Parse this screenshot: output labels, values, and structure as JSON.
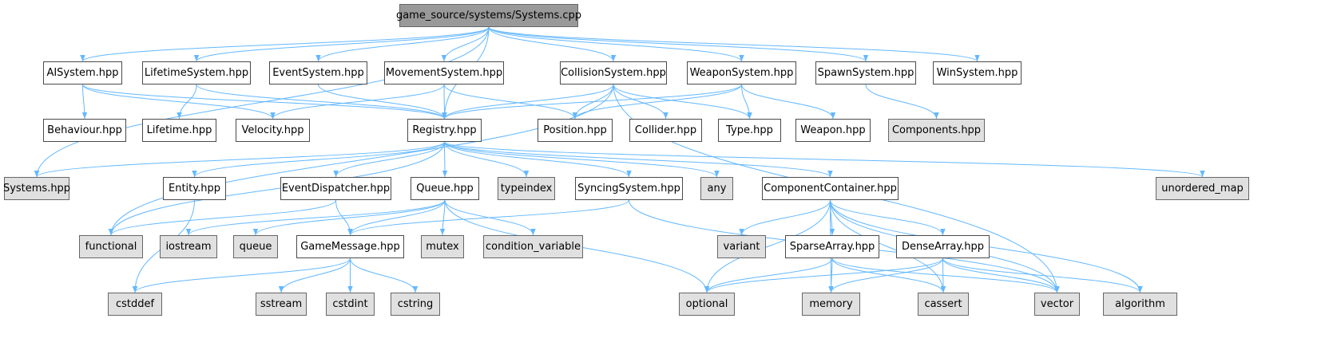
{
  "graph": {
    "edge_color": "#63b8ff",
    "root_fill": "#999999",
    "system_fill": "#e0e0e0",
    "local_fill": "#ffffff",
    "nodes": [
      {
        "id": "systems_cpp",
        "label": "game_source/systems/Systems.cpp",
        "kind": "root"
      },
      {
        "id": "aisystem",
        "label": "AISystem.hpp",
        "kind": "local"
      },
      {
        "id": "lifetimesystem",
        "label": "LifetimeSystem.hpp",
        "kind": "local"
      },
      {
        "id": "eventsystem",
        "label": "EventSystem.hpp",
        "kind": "local"
      },
      {
        "id": "movementsystem",
        "label": "MovementSystem.hpp",
        "kind": "local"
      },
      {
        "id": "collisionsystem",
        "label": "CollisionSystem.hpp",
        "kind": "local"
      },
      {
        "id": "weaponsystem",
        "label": "WeaponSystem.hpp",
        "kind": "local"
      },
      {
        "id": "spawnsystem",
        "label": "SpawnSystem.hpp",
        "kind": "local"
      },
      {
        "id": "winsystem",
        "label": "WinSystem.hpp",
        "kind": "local"
      },
      {
        "id": "behaviour",
        "label": "Behaviour.hpp",
        "kind": "local"
      },
      {
        "id": "lifetime",
        "label": "Lifetime.hpp",
        "kind": "local"
      },
      {
        "id": "velocity",
        "label": "Velocity.hpp",
        "kind": "local"
      },
      {
        "id": "registry",
        "label": "Registry.hpp",
        "kind": "local"
      },
      {
        "id": "position",
        "label": "Position.hpp",
        "kind": "local"
      },
      {
        "id": "collider",
        "label": "Collider.hpp",
        "kind": "local"
      },
      {
        "id": "type",
        "label": "Type.hpp",
        "kind": "local"
      },
      {
        "id": "weapon",
        "label": "Weapon.hpp",
        "kind": "local"
      },
      {
        "id": "components",
        "label": "Components.hpp",
        "kind": "system"
      },
      {
        "id": "systems_hpp",
        "label": "Systems.hpp",
        "kind": "system"
      },
      {
        "id": "entity",
        "label": "Entity.hpp",
        "kind": "local"
      },
      {
        "id": "eventdispatcher",
        "label": "EventDispatcher.hpp",
        "kind": "local"
      },
      {
        "id": "queue_hpp",
        "label": "Queue.hpp",
        "kind": "local"
      },
      {
        "id": "typeindex",
        "label": "typeindex",
        "kind": "system"
      },
      {
        "id": "syncingsystem",
        "label": "SyncingSystem.hpp",
        "kind": "local"
      },
      {
        "id": "any",
        "label": "any",
        "kind": "system"
      },
      {
        "id": "componentcontainer",
        "label": "ComponentContainer.hpp",
        "kind": "local"
      },
      {
        "id": "unordered_map",
        "label": "unordered_map",
        "kind": "system"
      },
      {
        "id": "functional",
        "label": "functional",
        "kind": "system"
      },
      {
        "id": "iostream",
        "label": "iostream",
        "kind": "system"
      },
      {
        "id": "queue_std",
        "label": "queue",
        "kind": "system"
      },
      {
        "id": "gamemessage",
        "label": "GameMessage.hpp",
        "kind": "local"
      },
      {
        "id": "mutex",
        "label": "mutex",
        "kind": "system"
      },
      {
        "id": "condition_variable",
        "label": "condition_variable",
        "kind": "system"
      },
      {
        "id": "variant",
        "label": "variant",
        "kind": "system"
      },
      {
        "id": "sparsearray",
        "label": "SparseArray.hpp",
        "kind": "local"
      },
      {
        "id": "densearray",
        "label": "DenseArray.hpp",
        "kind": "local"
      },
      {
        "id": "cstddef",
        "label": "cstddef",
        "kind": "system"
      },
      {
        "id": "sstream",
        "label": "sstream",
        "kind": "system"
      },
      {
        "id": "cstdint",
        "label": "cstdint",
        "kind": "system"
      },
      {
        "id": "cstring",
        "label": "cstring",
        "kind": "system"
      },
      {
        "id": "optional",
        "label": "optional",
        "kind": "system"
      },
      {
        "id": "memory",
        "label": "memory",
        "kind": "system"
      },
      {
        "id": "cassert",
        "label": "cassert",
        "kind": "system"
      },
      {
        "id": "vector",
        "label": "vector",
        "kind": "system"
      },
      {
        "id": "algorithm",
        "label": "algorithm",
        "kind": "system"
      }
    ],
    "edges": [
      [
        "systems_cpp",
        "systems_hpp"
      ],
      [
        "systems_cpp",
        "aisystem"
      ],
      [
        "systems_cpp",
        "lifetimesystem"
      ],
      [
        "systems_cpp",
        "eventsystem"
      ],
      [
        "systems_cpp",
        "movementsystem"
      ],
      [
        "systems_cpp",
        "registry"
      ],
      [
        "systems_cpp",
        "collisionsystem"
      ],
      [
        "systems_cpp",
        "weaponsystem"
      ],
      [
        "systems_cpp",
        "spawnsystem"
      ],
      [
        "systems_cpp",
        "winsystem"
      ],
      [
        "aisystem",
        "behaviour"
      ],
      [
        "aisystem",
        "velocity"
      ],
      [
        "aisystem",
        "registry"
      ],
      [
        "lifetimesystem",
        "lifetime"
      ],
      [
        "lifetimesystem",
        "registry"
      ],
      [
        "eventsystem",
        "registry"
      ],
      [
        "movementsystem",
        "velocity"
      ],
      [
        "movementsystem",
        "registry"
      ],
      [
        "movementsystem",
        "position"
      ],
      [
        "collisionsystem",
        "registry"
      ],
      [
        "collisionsystem",
        "position"
      ],
      [
        "collisionsystem",
        "collider"
      ],
      [
        "collisionsystem",
        "type"
      ],
      [
        "collisionsystem",
        "functional"
      ],
      [
        "collisionsystem",
        "vector"
      ],
      [
        "weaponsystem",
        "registry"
      ],
      [
        "weaponsystem",
        "position"
      ],
      [
        "weaponsystem",
        "type"
      ],
      [
        "weaponsystem",
        "weapon"
      ],
      [
        "spawnsystem",
        "components"
      ],
      [
        "registry",
        "systems_hpp"
      ],
      [
        "registry",
        "entity"
      ],
      [
        "registry",
        "eventdispatcher"
      ],
      [
        "registry",
        "queue_hpp"
      ],
      [
        "registry",
        "typeindex"
      ],
      [
        "registry",
        "syncingsystem"
      ],
      [
        "registry",
        "any"
      ],
      [
        "registry",
        "componentcontainer"
      ],
      [
        "registry",
        "unordered_map"
      ],
      [
        "registry",
        "functional"
      ],
      [
        "entity",
        "cstddef"
      ],
      [
        "eventdispatcher",
        "functional"
      ],
      [
        "eventdispatcher",
        "gamemessage"
      ],
      [
        "queue_hpp",
        "iostream"
      ],
      [
        "queue_hpp",
        "queue_std"
      ],
      [
        "queue_hpp",
        "gamemessage"
      ],
      [
        "queue_hpp",
        "mutex"
      ],
      [
        "queue_hpp",
        "condition_variable"
      ],
      [
        "queue_hpp",
        "optional"
      ],
      [
        "syncingsystem",
        "gamemessage"
      ],
      [
        "syncingsystem",
        "vector"
      ],
      [
        "componentcontainer",
        "variant"
      ],
      [
        "componentcontainer",
        "sparsearray"
      ],
      [
        "componentcontainer",
        "densearray"
      ],
      [
        "componentcontainer",
        "optional"
      ],
      [
        "componentcontainer",
        "memory"
      ],
      [
        "componentcontainer",
        "cassert"
      ],
      [
        "componentcontainer",
        "vector"
      ],
      [
        "componentcontainer",
        "algorithm"
      ],
      [
        "gamemessage",
        "cstddef"
      ],
      [
        "gamemessage",
        "sstream"
      ],
      [
        "gamemessage",
        "cstdint"
      ],
      [
        "gamemessage",
        "cstring"
      ],
      [
        "sparsearray",
        "optional"
      ],
      [
        "sparsearray",
        "memory"
      ],
      [
        "sparsearray",
        "cassert"
      ],
      [
        "sparsearray",
        "vector"
      ],
      [
        "densearray",
        "optional"
      ],
      [
        "densearray",
        "memory"
      ],
      [
        "densearray",
        "cassert"
      ],
      [
        "densearray",
        "vector"
      ],
      [
        "densearray",
        "algorithm"
      ]
    ]
  }
}
